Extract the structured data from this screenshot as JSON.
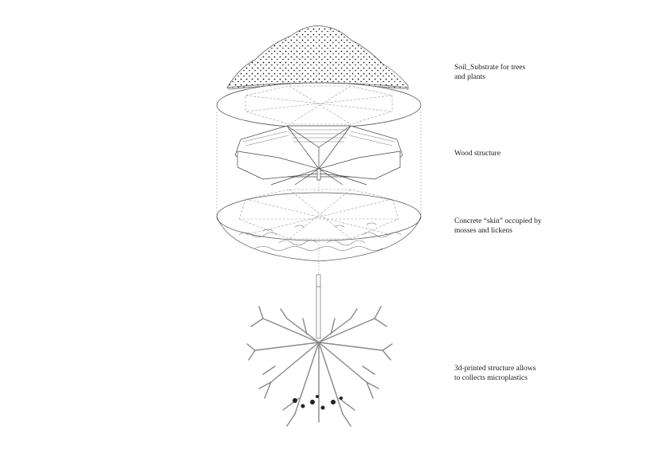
{
  "diagram": {
    "type": "exploded axonometric",
    "layers": [
      {
        "id": "soil",
        "label_line1": "Soil_Substrate for trees",
        "label_line2": "and plants"
      },
      {
        "id": "wood",
        "label_line1": "Wood structure",
        "label_line2": ""
      },
      {
        "id": "concrete",
        "label_line1": "Concrete “skin” occupied by",
        "label_line2": "mosses and lickens"
      },
      {
        "id": "printed",
        "label_line1": "3d-printed structure allows",
        "label_line2": "to collects microplastics"
      }
    ]
  },
  "colors": {
    "line": "#333333",
    "dashed": "#888888",
    "light": "#aaaaaa",
    "background": "#ffffff"
  }
}
